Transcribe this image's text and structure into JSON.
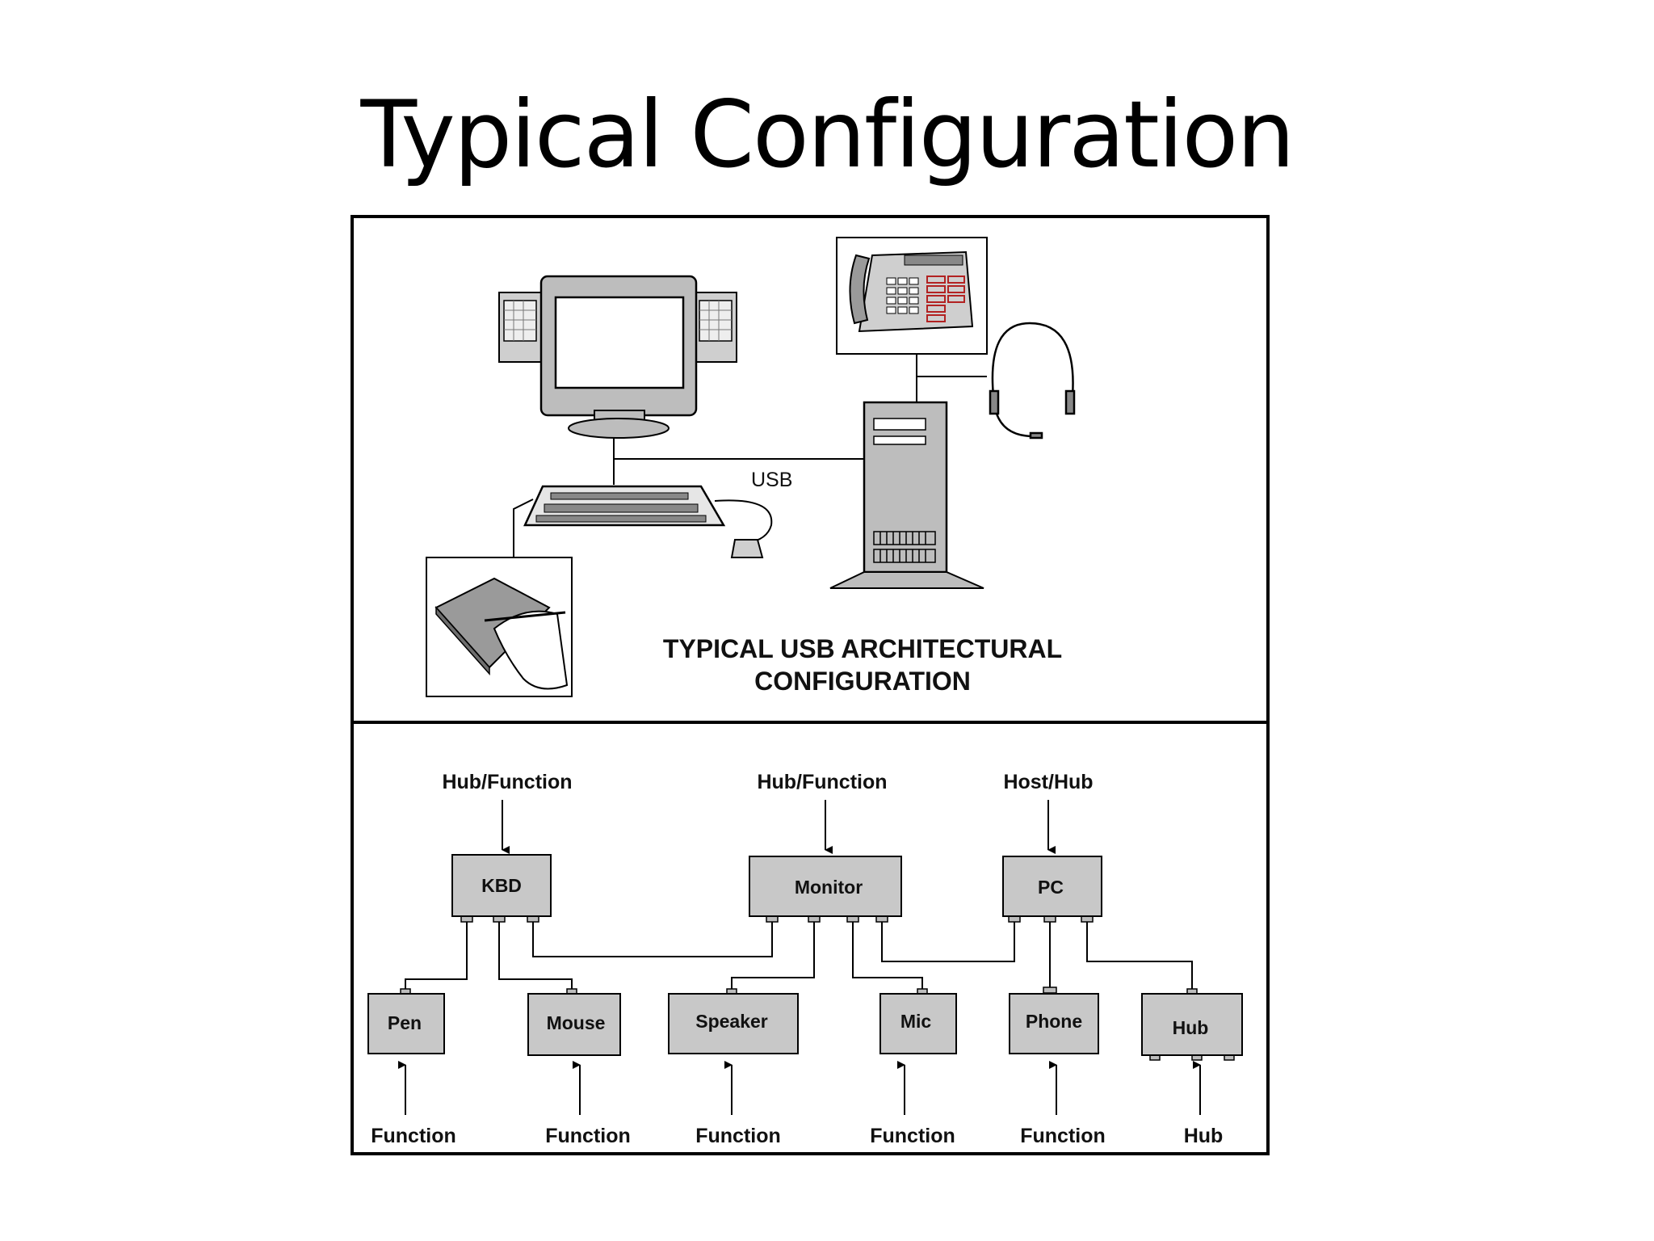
{
  "slide": {
    "title": "Typical Configuration"
  },
  "top_panel": {
    "usb_label": "USB",
    "caption_line1": "TYPICAL USB ARCHITECTURAL",
    "caption_line2": "CONFIGURATION"
  },
  "bottom_panel": {
    "top_labels": [
      "Hub/Function",
      "Hub/Function",
      "Host/Hub"
    ],
    "hub_nodes": [
      "KBD",
      "Monitor",
      "PC"
    ],
    "leaf_nodes": [
      "Pen",
      "Mouse",
      "Speaker",
      "Mic",
      "Phone",
      "Hub"
    ],
    "bottom_labels": [
      "Function",
      "Function",
      "Function",
      "Function",
      "Function",
      "Hub"
    ]
  },
  "colors": {
    "box_fill": "#c8c8c8",
    "outline": "#000000",
    "phone_keys": "#b22222"
  }
}
